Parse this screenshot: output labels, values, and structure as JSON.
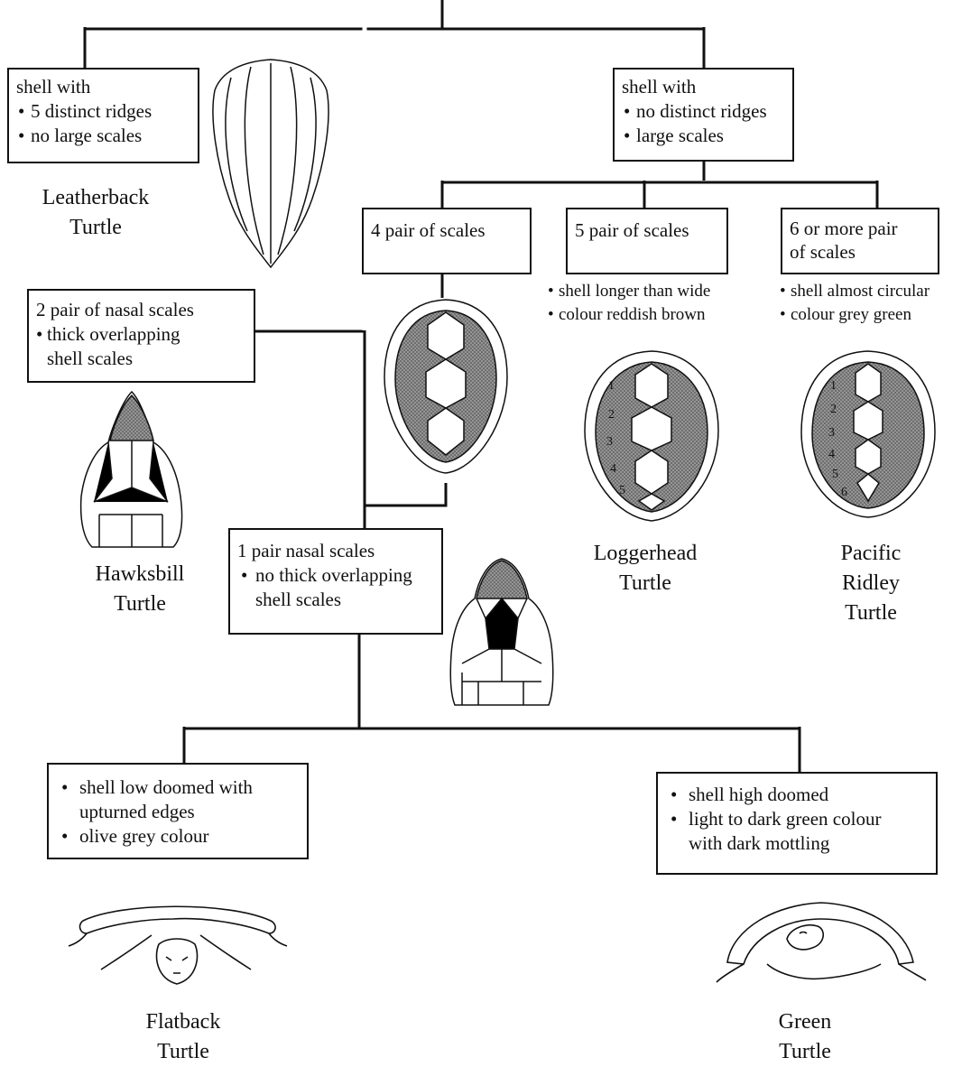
{
  "boxes": {
    "leatherback": {
      "title": "shell with",
      "bullets": [
        "5 distinct ridges",
        "no large scales"
      ]
    },
    "hardshell": {
      "title": "shell with",
      "bullets": [
        "no distinct ridges",
        "large scales"
      ]
    },
    "four_pair": {
      "title": "4 pair of scales"
    },
    "five_pair": {
      "title": "5 pair of scales"
    },
    "six_pair": {
      "title_1": "6 or more pair",
      "title_2": "of scales"
    },
    "two_nasal": {
      "title": "2 pair of nasal scales",
      "bullets": [
        "thick overlapping",
        "shell scales"
      ]
    },
    "one_nasal": {
      "title": "1 pair nasal scales",
      "bullets": [
        "no thick overlapping",
        "shell scales"
      ]
    },
    "flatback": {
      "bullets": [
        "shell low doomed with",
        "upturned edges",
        "olive grey colour"
      ]
    },
    "green": {
      "bullets": [
        "shell high doomed",
        "light to dark green colour",
        "with dark mottling"
      ]
    }
  },
  "notes": {
    "loggerhead": [
      "shell longer than wide",
      "colour reddish brown"
    ],
    "ridley": [
      "shell almost circular",
      "colour grey green"
    ]
  },
  "names": {
    "leatherback": [
      "Leatherback",
      "Turtle"
    ],
    "hawksbill": [
      "Hawksbill",
      "Turtle"
    ],
    "loggerhead": [
      "Loggerhead",
      "Turtle"
    ],
    "ridley": [
      "Pacific",
      "Ridley",
      "Turtle"
    ],
    "flatback": [
      "Flatback",
      "Turtle"
    ],
    "green": [
      "Green",
      "Turtle"
    ]
  },
  "scute_numbers": {
    "loggerhead": [
      "1",
      "2",
      "3",
      "4",
      "5"
    ],
    "ridley": [
      "1",
      "2",
      "3",
      "4",
      "5",
      "6"
    ]
  },
  "colors": {
    "line": "#111111",
    "shading": "#8a8a8a"
  }
}
